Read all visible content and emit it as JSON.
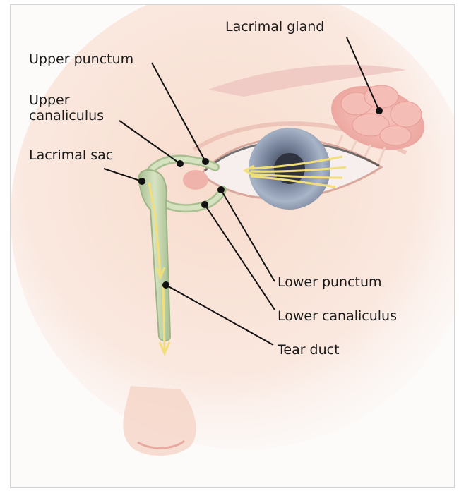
{
  "labels": {
    "lacrimal_gland": "Lacrimal gland",
    "upper_punctum": "Upper punctum",
    "upper_canaliculus_line1": "Upper",
    "upper_canaliculus_line2": "canaliculus",
    "lacrimal_sac": "Lacrimal sac",
    "lower_punctum": "Lower punctum",
    "lower_canaliculus": "Lower canaliculus",
    "tear_duct": "Tear duct"
  },
  "colors": {
    "skin": "#f6d9cc",
    "gland": "#f3b9b3",
    "duct": "#c9d8b4",
    "iris": "#9aa7bc",
    "tear_flow": "#f2df7a",
    "leader": "#111111"
  }
}
